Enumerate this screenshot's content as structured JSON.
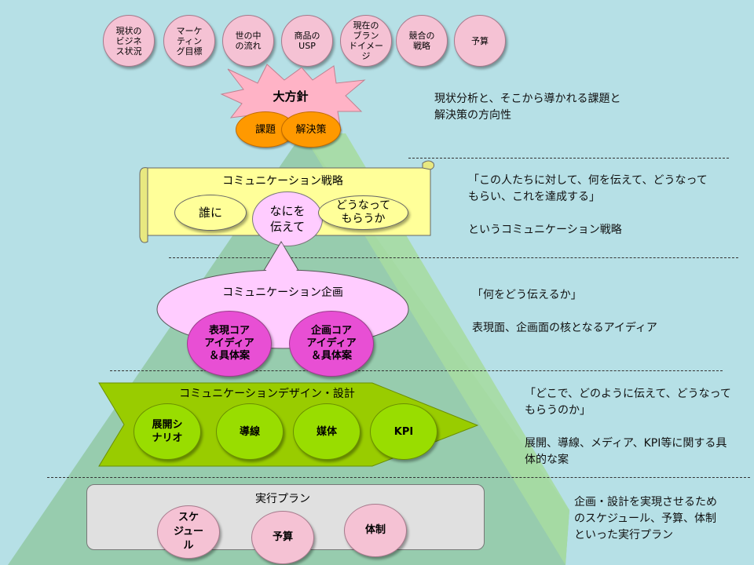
{
  "top_items": [
    "現状の\nビジネ\nス状況",
    "マーケ\nティン\nグ目標",
    "世の中\nの流れ",
    "商品の\nUSP",
    "現在の\nブラン\nドイメー\nジ",
    "競合の\n戦略",
    "予算"
  ],
  "policy": {
    "title": "大方針",
    "items": [
      "課題",
      "解決策"
    ],
    "note": [
      "現状分析と、そこから導かれる課題と",
      "解決策の方向性"
    ]
  },
  "strategy": {
    "title": "コミュニケーション戦略",
    "items": [
      "誰に",
      "なにを\n伝えて",
      "どうなって\nもらうか"
    ],
    "note": [
      "「この人たちに対して、何を伝えて、どうなって",
      "もらい、これを達成する」",
      "",
      "というコミュニケーション戦略"
    ]
  },
  "planning": {
    "title": "コミュニケーション企画",
    "items": [
      "表現コア\nアイディア\n＆具体案",
      "企画コア\nアイディア\n＆具体案"
    ],
    "note": [
      "「何をどう伝えるか」",
      "",
      "表現面、企画面の核となるアイディア"
    ]
  },
  "design": {
    "title": "コミュニケーションデザイン・設計",
    "items": [
      "展開シ\nナリオ",
      "導線",
      "媒体",
      "KPI"
    ],
    "note": [
      "「どこで、どのように伝えて、どうなって",
      "もらうのか」",
      "",
      "展開、導線、メディア、KPI等に関する具",
      "体的な案"
    ]
  },
  "execution": {
    "title": "実行プラン",
    "items": [
      "スケ\nジュー\nル",
      "予算",
      "体制"
    ],
    "note": [
      "企画・設計を実現させるため",
      "のスケジュール、予算、体制",
      "といった実行プラン"
    ]
  },
  "colors": {
    "background": "#b6e0e6",
    "pyramid_light": "#a6dca2",
    "pyramid_dark": "#7dbb80",
    "scroll": "#ffff99",
    "cloud": "#ffccff",
    "magenta": "#e84fd4",
    "arrow_green": "#99cc00",
    "plan_box": "#e0e0e0",
    "orange": "#ff9900",
    "burst": "#ffb3c6"
  }
}
